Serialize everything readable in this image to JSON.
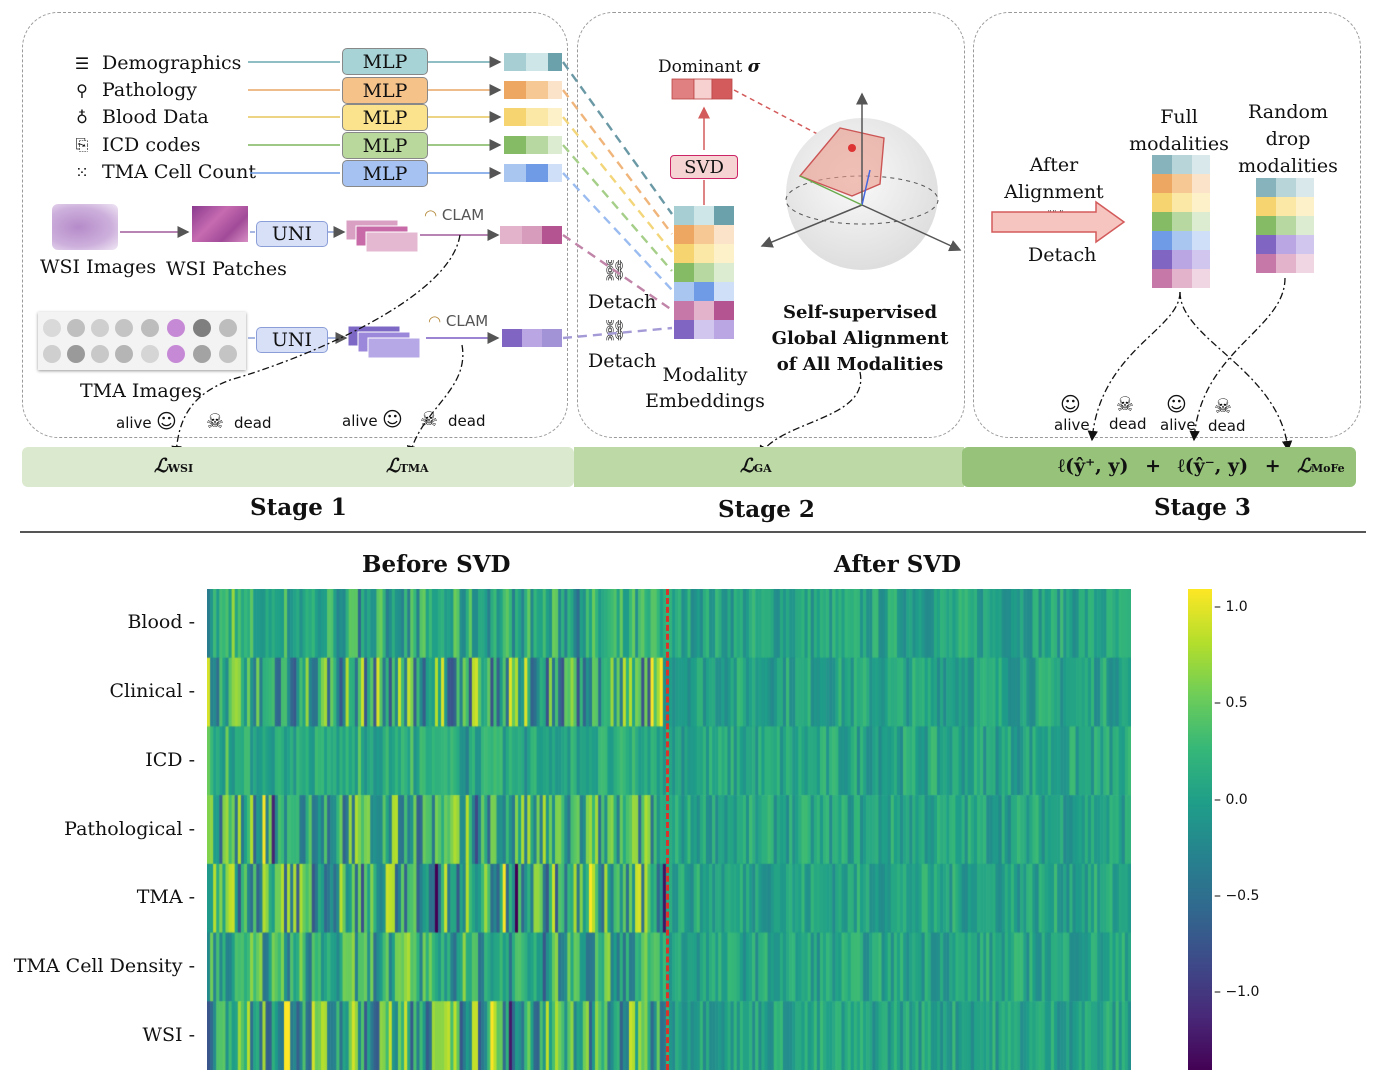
{
  "colors": {
    "stage1_bar": "#dbe9cf",
    "stage2_bar": "#bcd9a6",
    "stage3_bar": "#96c27a",
    "mlp_blue_teal": "#a7d3d6",
    "mlp_orange": "#f5c28a",
    "mlp_yellow": "#fbe38d",
    "mlp_green": "#b9d99c",
    "mlp_blue": "#a6c2f2",
    "svd_arrow": "#d35b5b",
    "divider_red": "#d9342b"
  },
  "stage1": {
    "modalities": [
      {
        "label": "Demographics",
        "icon": "person-list-icon"
      },
      {
        "label": "Pathology",
        "icon": "microscope-icon"
      },
      {
        "label": "Blood Data",
        "icon": "blood-drop-icon"
      },
      {
        "label": "ICD codes",
        "icon": "document-search-icon"
      },
      {
        "label": "TMA Cell Count",
        "icon": "dots-grid-icon"
      }
    ],
    "mlp_label": "MLP",
    "uni_label": "UNI",
    "clam_label": "CLAM",
    "wsi_images": "WSI Images",
    "wsi_patches": "WSI Patches",
    "tma_images": "TMA Images",
    "alive": "alive",
    "dead": "dead"
  },
  "stage2": {
    "dominant": "Dominant",
    "sigma": "σ",
    "svd": "SVD",
    "detach": "Detach",
    "modality_embeddings_1": "Modality",
    "modality_embeddings_2": "Embeddings",
    "title_1": "Self-supervised",
    "title_2": "Global Alignment",
    "title_3": "of All Modalities"
  },
  "stage3": {
    "after_1": "After",
    "after_2": "Alignment",
    "detach": "Detach",
    "full_1": "Full",
    "full_2": "modalities",
    "random_1": "Random",
    "random_2": "drop",
    "random_3": "modalities",
    "alive": "alive",
    "dead": "dead"
  },
  "losses": {
    "l_sym": "ℒ",
    "wsi_sub": "WSI",
    "tma_sub": "TMA",
    "ga_sub": "GA",
    "stage3_l1": "ℓ(ŷ⁺, y)",
    "plus": "+",
    "stage3_l2": "ℓ(ŷ⁻, y)",
    "mofe_sub": "MoFe"
  },
  "stages": [
    "Stage 1",
    "Stage 2",
    "Stage 3"
  ],
  "heatmap": {
    "title_before": "Before SVD",
    "title_after": "After SVD",
    "rows": [
      "Blood",
      "Clinical",
      "ICD",
      "Pathological",
      "TMA",
      "TMA Cell Density",
      "WSI"
    ],
    "colorbar_ticks": [
      "1.0",
      "0.5",
      "0.0",
      "−0.5",
      "−1.0"
    ],
    "colorbar_values": [
      1.0,
      0.5,
      0.0,
      -0.5,
      -1.0
    ],
    "vmin": -1.4,
    "vmax": 1.1
  }
}
